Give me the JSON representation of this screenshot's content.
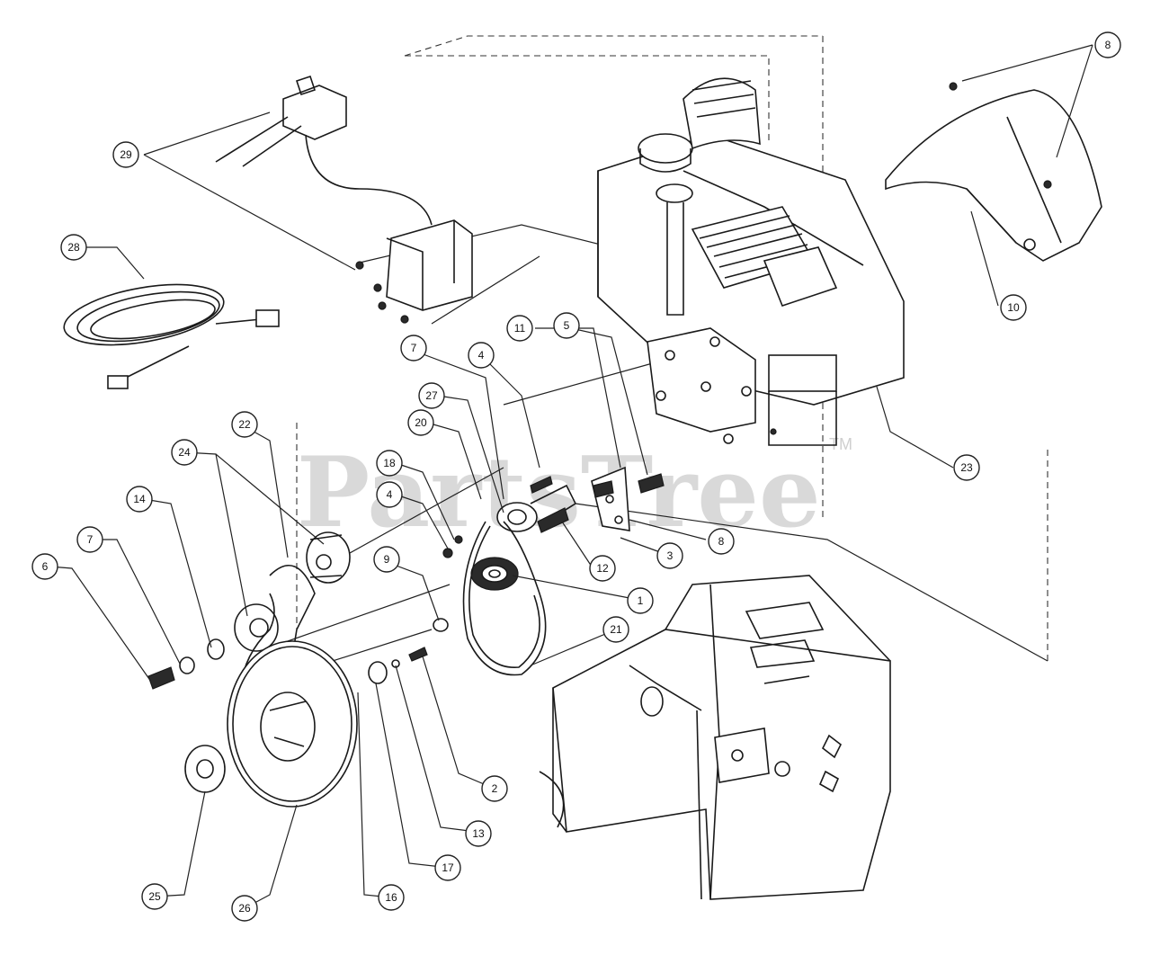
{
  "watermark": {
    "text": "PartsTree",
    "trademark": "TM"
  },
  "callouts": [
    {
      "id": "c8-top-right",
      "label": "8"
    },
    {
      "id": "c29",
      "label": "29"
    },
    {
      "id": "c28-cord",
      "label": "28"
    },
    {
      "id": "c10",
      "label": "10"
    },
    {
      "id": "c23",
      "label": "23"
    },
    {
      "id": "c7-upper",
      "label": "7"
    },
    {
      "id": "c4-upper",
      "label": "4"
    },
    {
      "id": "c11",
      "label": "11"
    },
    {
      "id": "c5",
      "label": "5"
    },
    {
      "id": "c27",
      "label": "27"
    },
    {
      "id": "c20",
      "label": "20"
    },
    {
      "id": "c18",
      "label": "18"
    },
    {
      "id": "c4-mid",
      "label": "4"
    },
    {
      "id": "c3",
      "label": "3"
    },
    {
      "id": "c12",
      "label": "12"
    },
    {
      "id": "c8-mid",
      "label": "8"
    },
    {
      "id": "c1",
      "label": "1"
    },
    {
      "id": "c21",
      "label": "21"
    },
    {
      "id": "c22",
      "label": "22"
    },
    {
      "id": "c24",
      "label": "24"
    },
    {
      "id": "c14",
      "label": "14"
    },
    {
      "id": "c7-left",
      "label": "7"
    },
    {
      "id": "c6",
      "label": "6"
    },
    {
      "id": "c9",
      "label": "9"
    },
    {
      "id": "c2",
      "label": "2"
    },
    {
      "id": "c13",
      "label": "13"
    },
    {
      "id": "c17",
      "label": "17"
    },
    {
      "id": "c16",
      "label": "16"
    },
    {
      "id": "c26",
      "label": "26"
    },
    {
      "id": "c25",
      "label": "25"
    }
  ]
}
